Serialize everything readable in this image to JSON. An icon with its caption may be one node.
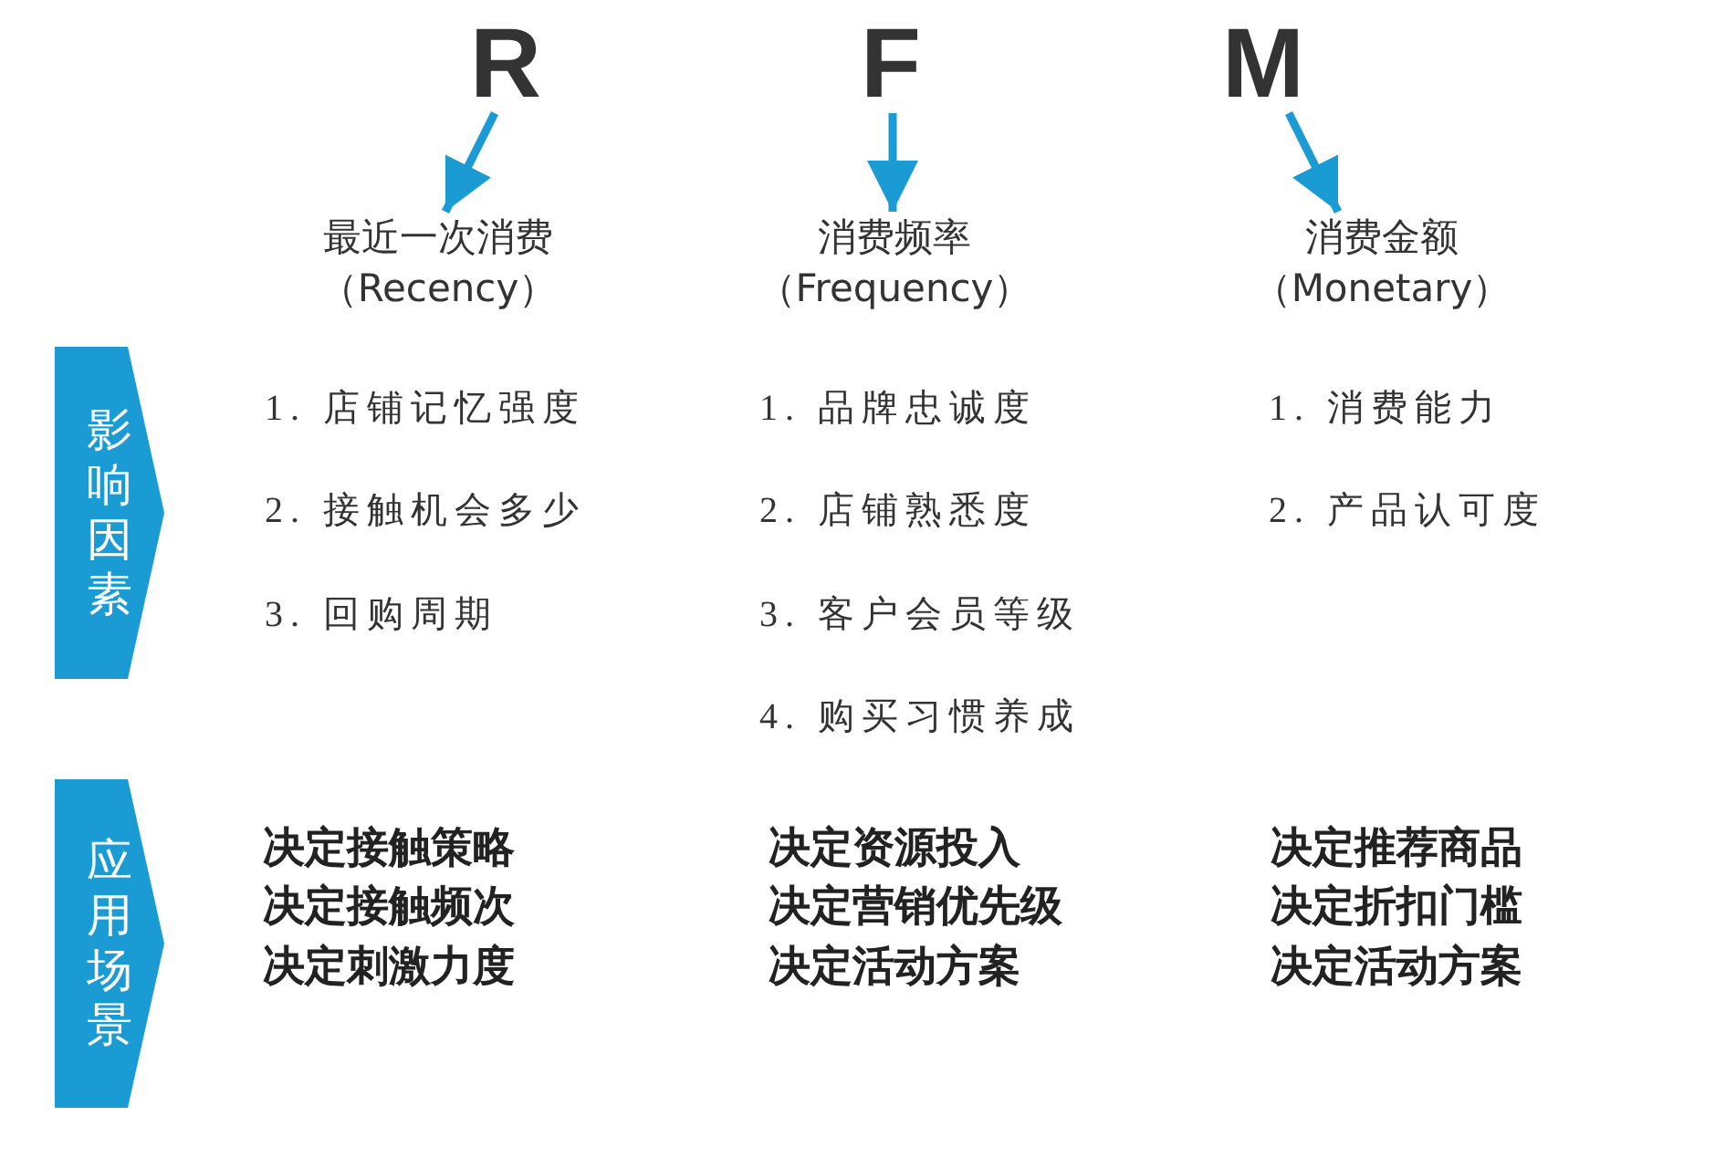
{
  "diagram": {
    "nodes": [
      {
        "text": [
          "R"
        ]
      },
      {
        "text": [
          "F"
        ]
      },
      {
        "text": [
          "M"
        ]
      },
      {
        "text": [
          "最近一次消费",
          "（Recency）"
        ]
      },
      {
        "text": [
          "消费频率",
          "（Frequency）"
        ]
      },
      {
        "text": [
          "消费金额",
          "（Monetary）"
        ]
      },
      {
        "text": [
          "影响因素"
        ]
      },
      {
        "text": [
          "应用场景"
        ]
      }
    ],
    "edges": [
      {
        "from": 0,
        "to": 3,
        "arrow": "to"
      },
      {
        "from": 1,
        "to": 4,
        "arrow": "to"
      },
      {
        "from": 2,
        "to": 5,
        "arrow": "to"
      }
    ],
    "labels": [
      "1. 店铺记忆强度",
      "1. 品牌忠诚度",
      "1. 消费能力",
      "2. 接触机会多少",
      "2. 店铺熟悉度",
      "2. 产品认可度",
      "3. 回购周期",
      "3. 客户会员等级",
      "4. 购买习惯养成",
      "决定接触策略",
      "决定资源投入",
      "决定推荐商品",
      "决定接触频次",
      "决定营销优先级",
      "决定折扣门槛",
      "决定刺激力度",
      "决定活动方案",
      "决定活动方案"
    ]
  }
}
